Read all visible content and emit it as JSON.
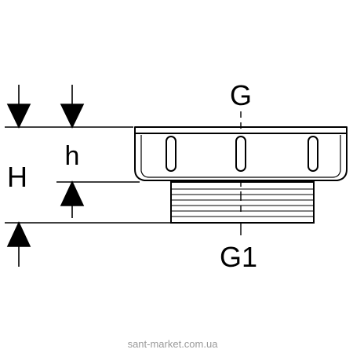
{
  "labels": {
    "G": "G",
    "G1": "G1",
    "H": "H",
    "h": "h"
  },
  "watermark": "sant-market.com.ua",
  "colors": {
    "line": "#000000",
    "watermark": "#9a9a9a",
    "background": "#ffffff"
  }
}
